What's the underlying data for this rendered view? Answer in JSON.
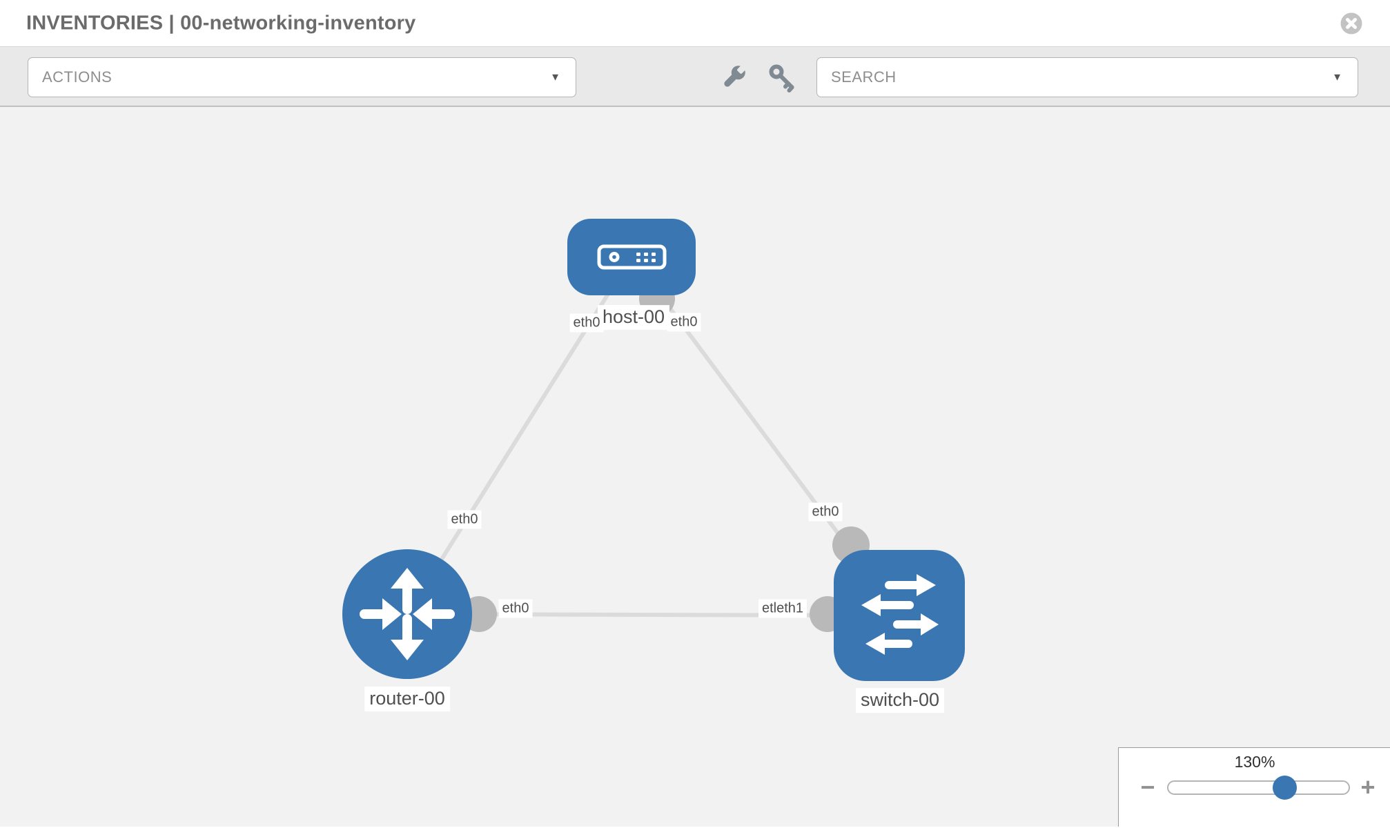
{
  "header": {
    "title": "INVENTORIES | 00-networking-inventory"
  },
  "toolbar": {
    "actions_label": "ACTIONS",
    "search_label": "SEARCH",
    "caret_glyph": "▼"
  },
  "icons": {
    "wrench": "wrench-icon",
    "key": "key-icon",
    "close": "close-circle-icon",
    "caret": "chevron-down-icon"
  },
  "topology": {
    "nodes": [
      {
        "name": "host-00",
        "type": "host"
      },
      {
        "name": "router-00",
        "type": "router"
      },
      {
        "name": "switch-00",
        "type": "switch"
      }
    ],
    "links": [
      {
        "from": "host-00",
        "to": "router-00",
        "from_interface": "eth0",
        "to_interface": "eth0"
      },
      {
        "from": "host-00",
        "to": "switch-00",
        "from_interface": "eth0",
        "to_interface": "eth0"
      },
      {
        "from": "router-00",
        "to": "switch-00",
        "from_interface": "eth0",
        "to_interface": "etleth1"
      }
    ]
  },
  "zoom_control": {
    "level": "130%",
    "minus_glyph": "−",
    "plus_glyph": "+"
  },
  "colors": {
    "node_blue": "#3a77b2",
    "link_gray": "#dbdbdb",
    "port_gray": "#b9b9b9",
    "canvas_bg": "#f2f2f2",
    "toolbar_bg": "#e9e9e9"
  }
}
